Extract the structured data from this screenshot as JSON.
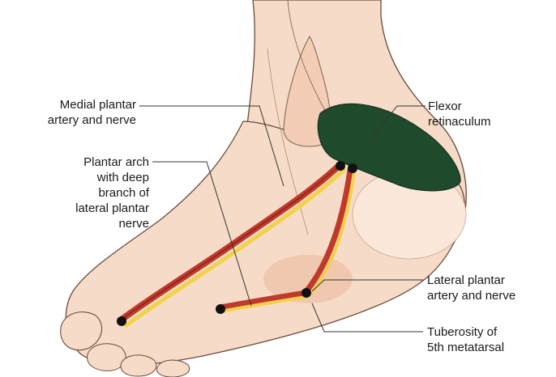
{
  "labels": {
    "medial_plantar": {
      "line1": "Medial plantar",
      "line2": "artery and nerve"
    },
    "plantar_arch": {
      "line1": "Plantar arch",
      "line2": "with deep",
      "line3": "branch of",
      "line4": "lateral plantar",
      "line5": "nerve"
    },
    "flexor_retinaculum": {
      "line1": "Flexor",
      "line2": "retinaculum"
    },
    "lateral_plantar": {
      "line1": "Lateral plantar",
      "line2": "artery and nerve"
    },
    "tuberosity": {
      "line1": "Tuberosity of",
      "line2": "5th metatarsal"
    }
  },
  "colors": {
    "skin": "#f6dcc8",
    "skin_shadow": "#eebfa4",
    "outline": "#6b4a3a",
    "retinaculum": "#1f4a2c",
    "artery": "#c0392b",
    "nerve": "#f1d24a",
    "leader": "#333333"
  }
}
